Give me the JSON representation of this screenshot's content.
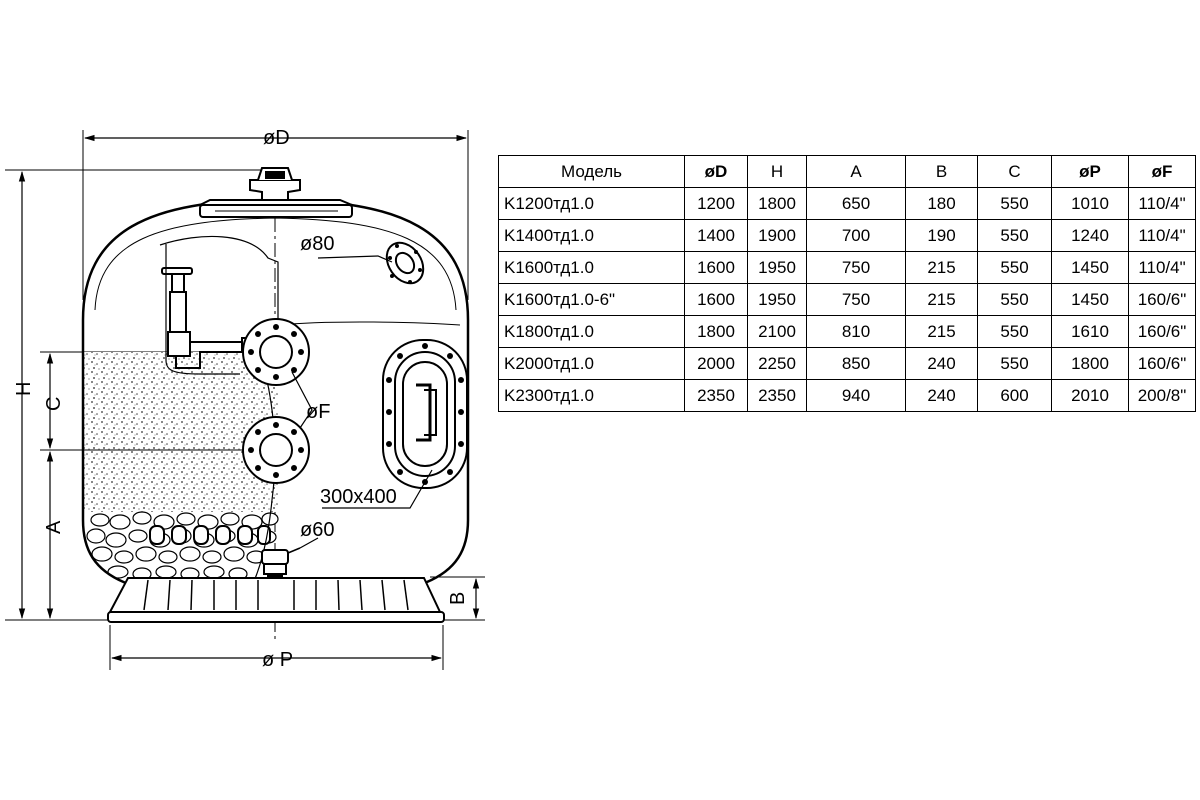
{
  "diagram": {
    "dim_diameter": "øD",
    "dim_height": "H",
    "dim_c": "C",
    "dim_a": "A",
    "dim_b": "B",
    "dim_base": "ø P",
    "dim_top_port": "ø80",
    "dim_flange": "øF",
    "dim_manhole": "300x400",
    "dim_drain": "ø60"
  },
  "table": {
    "headers": [
      "Модель",
      "øD",
      "H",
      "A",
      "B",
      "C",
      "øP",
      "øF"
    ],
    "rows": [
      [
        "K1200тд1.0",
        "1200",
        "1800",
        "650",
        "180",
        "550",
        "1010",
        "110/4\""
      ],
      [
        "K1400тд1.0",
        "1400",
        "1900",
        "700",
        "190",
        "550",
        "1240",
        "110/4\""
      ],
      [
        "K1600тд1.0",
        "1600",
        "1950",
        "750",
        "215",
        "550",
        "1450",
        "110/4\""
      ],
      [
        "K1600тд1.0-6\"",
        "1600",
        "1950",
        "750",
        "215",
        "550",
        "1450",
        "160/6\""
      ],
      [
        "K1800тд1.0",
        "1800",
        "2100",
        "810",
        "215",
        "550",
        "1610",
        "160/6\""
      ],
      [
        "K2000тд1.0",
        "2000",
        "2250",
        "850",
        "240",
        "550",
        "1800",
        "160/6\""
      ],
      [
        "K2300тд1.0",
        "2350",
        "2350",
        "940",
        "240",
        "600",
        "2010",
        "200/8\""
      ]
    ]
  }
}
